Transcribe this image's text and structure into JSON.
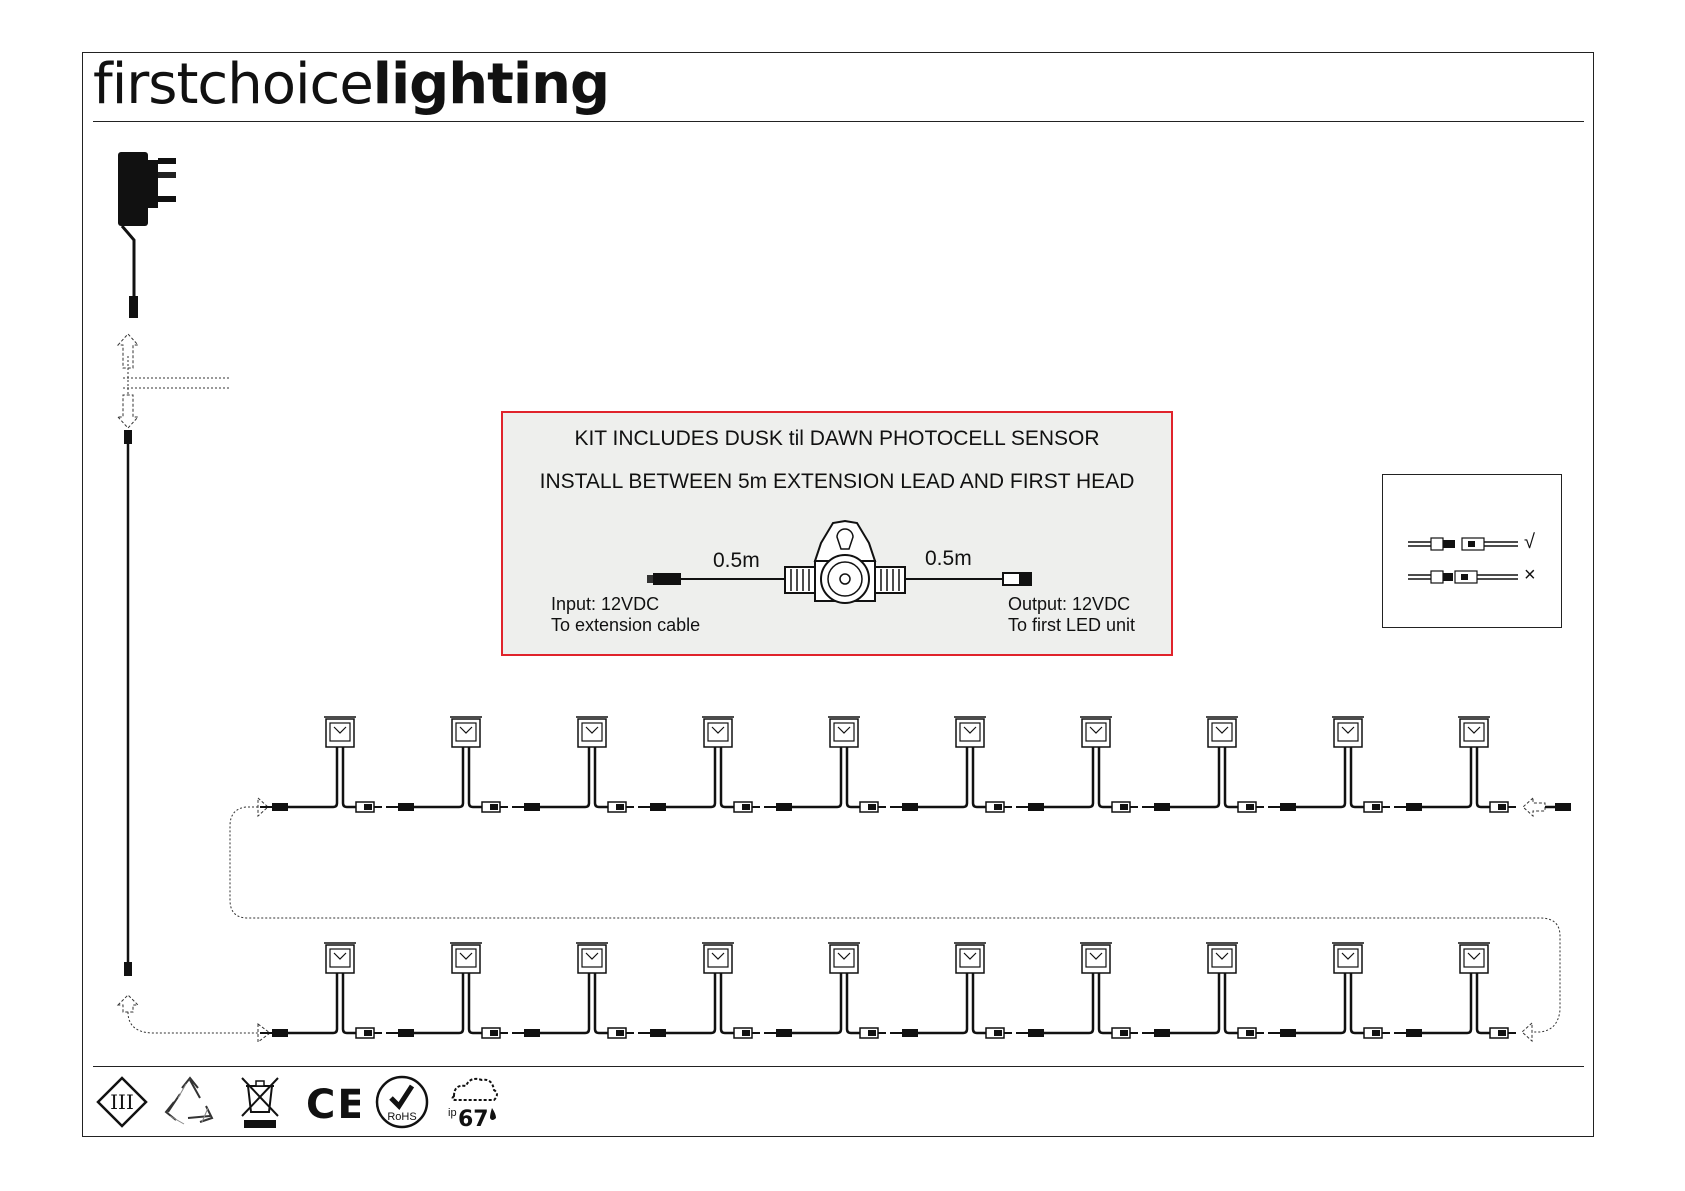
{
  "brand": {
    "light": "firstchoice",
    "bold": "lighting"
  },
  "notice": {
    "line1": "KIT INCLUDES DUSK til DAWN PHOTOCELL SENSOR",
    "line2": "INSTALL BETWEEN 5m EXTENSION LEAD AND FIRST HEAD",
    "input_length": "0.5m",
    "output_length": "0.5m",
    "input_label_1": "Input: 12VDC",
    "input_label_2": "To extension cable",
    "output_label_1": "Output: 12VDC",
    "output_label_2": "To first LED unit",
    "border_color": "#e0232b",
    "background_color": "#eeefed"
  },
  "connector_guide": {
    "correct_mark": "√",
    "wrong_mark": "×"
  },
  "light_rows": {
    "top_row_count": 10,
    "bottom_row_count": 10
  },
  "certifications": [
    {
      "icon": "class-iii-icon",
      "text": "III"
    },
    {
      "icon": "recycle-icon"
    },
    {
      "icon": "weee-bin-icon"
    },
    {
      "icon": "ce-mark-icon",
      "text": "CE"
    },
    {
      "icon": "rohs-icon",
      "text": "RoHS"
    },
    {
      "icon": "ip67-icon",
      "text": "67",
      "prefix": "ip"
    }
  ]
}
